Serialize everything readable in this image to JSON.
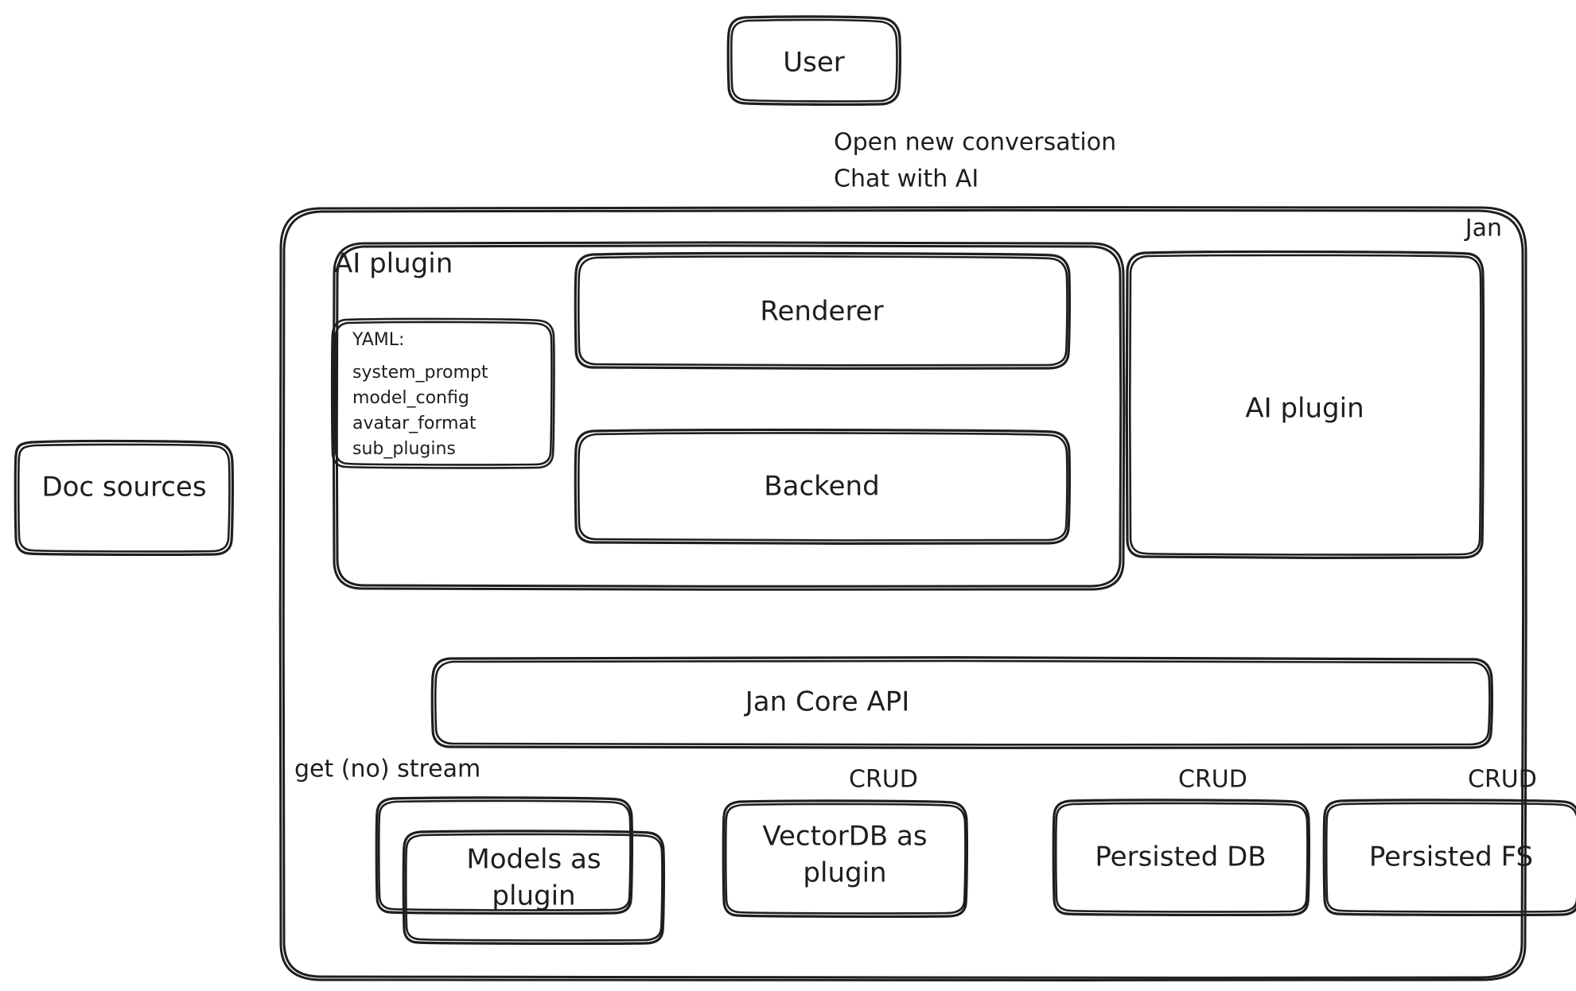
{
  "diagram": {
    "title_corner": "Jan",
    "style": "hand-drawn architecture diagram",
    "stroke_color": "#1e1e1e",
    "background_color": "#ffffff"
  },
  "nodes": {
    "user": {
      "label": "User"
    },
    "renderer": {
      "label": "Renderer"
    },
    "backend": {
      "label": "Backend"
    },
    "ai_plugin_group": {
      "label": "AI plugin"
    },
    "ai_plugin_box": {
      "label": "AI plugin"
    },
    "doc_sources": {
      "label": "Doc sources"
    },
    "jan_core_api": {
      "label": "Jan Core API"
    },
    "models_plugin": {
      "label_line1": "Models as",
      "label_line2": "plugin"
    },
    "vectordb_plugin": {
      "label_line1": "VectorDB as",
      "label_line2": "plugin"
    },
    "persisted_db": {
      "label": "Persisted DB"
    },
    "persisted_fs": {
      "label": "Persisted FS"
    },
    "jan_container": {
      "label": "Jan"
    }
  },
  "yaml_card": {
    "lines": [
      "YAML:",
      "system_prompt",
      "model_config",
      "avatar_format",
      "sub_plugins"
    ]
  },
  "edges": {
    "user_to_renderer": {
      "label_line1": "Open new conversation",
      "label_line2": "Chat with AI"
    },
    "renderer_to_backend": {
      "label": ""
    },
    "backend_to_doc_sources": {
      "label": ""
    },
    "backend_to_core": {
      "label": ""
    },
    "ai_plugin_to_core": {
      "label": ""
    },
    "core_to_models": {
      "label": "get (no) stream"
    },
    "core_to_vectordb": {
      "label": "CRUD"
    },
    "core_to_persisted_db": {
      "label": "CRUD"
    },
    "core_to_persisted_fs": {
      "label": "CRUD"
    }
  }
}
